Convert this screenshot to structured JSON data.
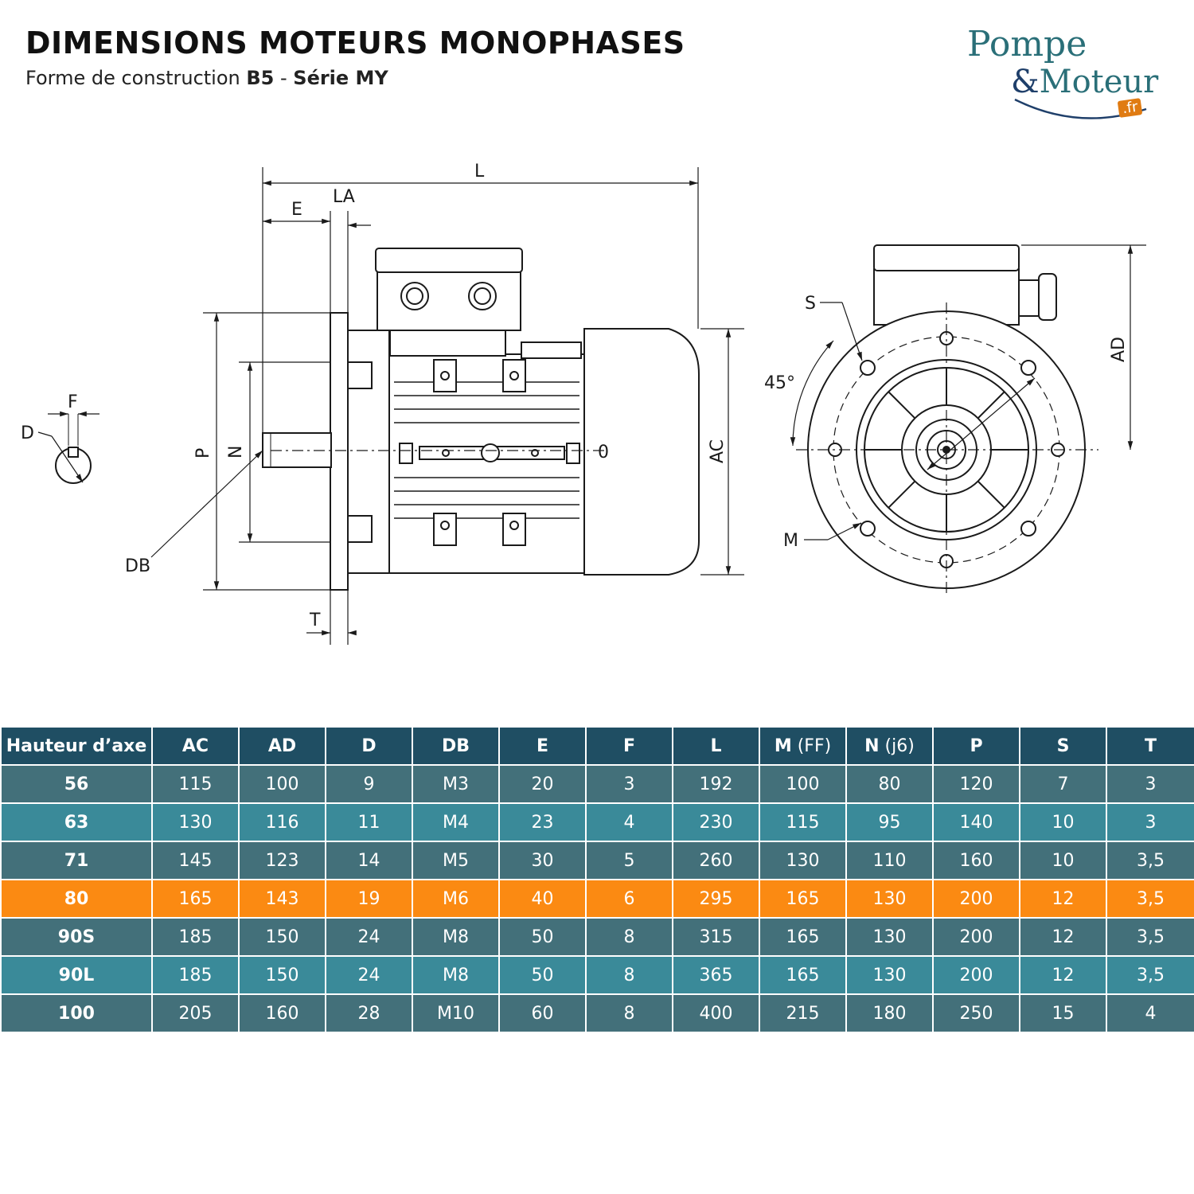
{
  "header": {
    "title": "DIMENSIONS MOTEURS MONOPHASES",
    "subtitle_prefix": "Forme de construction ",
    "subtitle_b5": "B5",
    "subtitle_sep": " - ",
    "subtitle_series": "Série MY"
  },
  "logo": {
    "line1": "Pompe",
    "amp": "&",
    "line2": "Moteur",
    "tld": ".fr"
  },
  "drawing": {
    "labels": {
      "L": "L",
      "E": "E",
      "LA": "LA",
      "P": "P",
      "N": "N",
      "DB": "DB",
      "T": "T",
      "AC": "AC",
      "AD": "AD",
      "O": "0",
      "F": "F",
      "D": "D",
      "S": "S",
      "M": "M",
      "angle": "45°"
    }
  },
  "table": {
    "headers": [
      {
        "main": "Hauteur d’axe",
        "suffix": ""
      },
      {
        "main": "AC",
        "suffix": ""
      },
      {
        "main": "AD",
        "suffix": ""
      },
      {
        "main": "D",
        "suffix": ""
      },
      {
        "main": "DB",
        "suffix": ""
      },
      {
        "main": "E",
        "suffix": ""
      },
      {
        "main": "F",
        "suffix": ""
      },
      {
        "main": "L",
        "suffix": ""
      },
      {
        "main": "M",
        "suffix": " (FF)"
      },
      {
        "main": "N",
        "suffix": " (j6)"
      },
      {
        "main": "P",
        "suffix": ""
      },
      {
        "main": "S",
        "suffix": ""
      },
      {
        "main": "T",
        "suffix": ""
      }
    ],
    "rows": [
      {
        "style": "dark",
        "cells": [
          "56",
          "115",
          "100",
          "9",
          "M3",
          "20",
          "3",
          "192",
          "100",
          "80",
          "120",
          "7",
          "3"
        ]
      },
      {
        "style": "light",
        "cells": [
          "63",
          "130",
          "116",
          "11",
          "M4",
          "23",
          "4",
          "230",
          "115",
          "95",
          "140",
          "10",
          "3"
        ]
      },
      {
        "style": "dark",
        "cells": [
          "71",
          "145",
          "123",
          "14",
          "M5",
          "30",
          "5",
          "260",
          "130",
          "110",
          "160",
          "10",
          "3,5"
        ]
      },
      {
        "style": "hl",
        "cells": [
          "80",
          "165",
          "143",
          "19",
          "M6",
          "40",
          "6",
          "295",
          "165",
          "130",
          "200",
          "12",
          "3,5"
        ]
      },
      {
        "style": "dark",
        "cells": [
          "90S",
          "185",
          "150",
          "24",
          "M8",
          "50",
          "8",
          "315",
          "165",
          "130",
          "200",
          "12",
          "3,5"
        ]
      },
      {
        "style": "light",
        "cells": [
          "90L",
          "185",
          "150",
          "24",
          "M8",
          "50",
          "8",
          "365",
          "165",
          "130",
          "200",
          "12",
          "3,5"
        ]
      },
      {
        "style": "dark",
        "cells": [
          "100",
          "205",
          "160",
          "28",
          "M10",
          "60",
          "8",
          "400",
          "215",
          "180",
          "250",
          "15",
          "4"
        ]
      }
    ]
  }
}
